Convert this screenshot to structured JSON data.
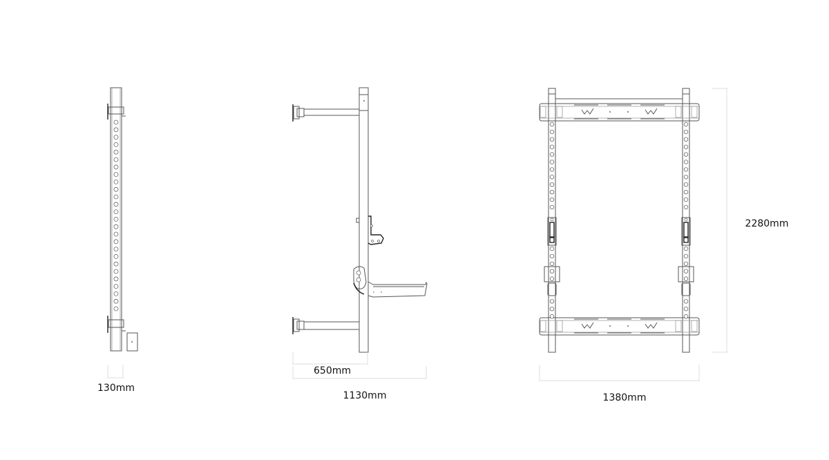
{
  "views": {
    "side": {
      "width_label": "130mm"
    },
    "profile": {
      "arm_label": "650mm",
      "depth_label": "1130mm"
    },
    "front": {
      "width_label": "1380mm",
      "height_label": "2280mm"
    }
  },
  "colors": {
    "line": "#555555",
    "dimension_line": "#dddddd",
    "background": "#ffffff"
  }
}
